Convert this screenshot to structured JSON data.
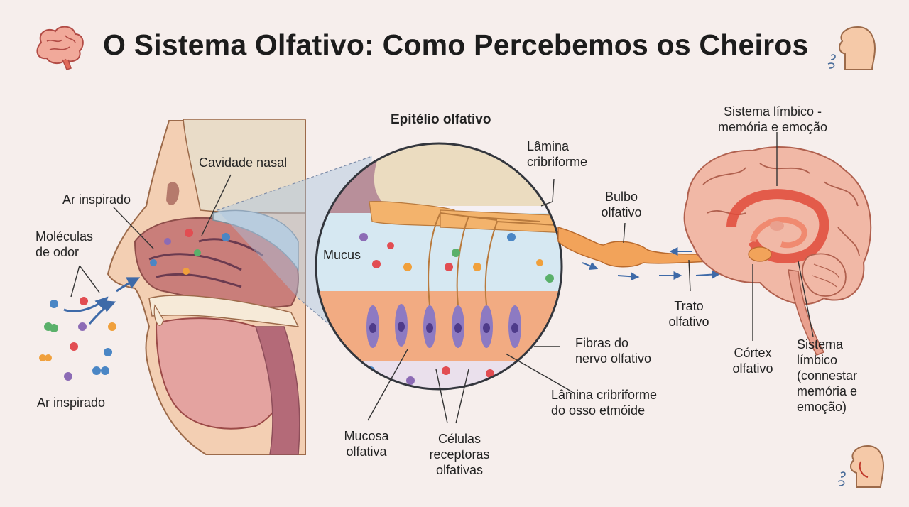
{
  "title": "O Sistema Olfativo: Como Percebemos os Cheiros",
  "icons": {
    "top_left": "brain-icon",
    "top_right": "face-breathing-icon",
    "bottom_right": "face-breathing-icon"
  },
  "colors": {
    "background": "#f6eeec",
    "bulb": "#f2a35a",
    "limbic": "#e04a3a",
    "brain": "#f1b8a6",
    "neuron": "#7c6bb0",
    "mucus": "#cfe3ee"
  },
  "labels": {
    "ar_inspirado_top": "Ar inspirado",
    "moleculas_1": "Moléculas",
    "moleculas_2": "de odor",
    "ar_inspirado_bottom": "Ar inspirado",
    "cavidade_nasal": "Cavidade nasal",
    "epitelio": "Epitélio olfativo",
    "lamina_1": "Lâmina",
    "lamina_2": "cribriforme",
    "mucus": "Mucus",
    "mucosa_1": "Mucosa",
    "mucosa_2": "olfativa",
    "celulas_1": "Células",
    "celulas_2": "receptoras",
    "celulas_3": "olfativas",
    "fibras_1": "Fibras do",
    "fibras_2": "nervo olfativo",
    "lamina_etmoide_1": "Lâmina cribriforme",
    "lamina_etmoide_2": "do osso etmóide",
    "bulbo_1": "Bulbo",
    "bulbo_2": "olfativo",
    "trato_1": "Trato",
    "trato_2": "olfativo",
    "limbico_top_1": "Sistema límbico -",
    "limbico_top_2": "memória e emoção",
    "cortex_1": "Córtex",
    "cortex_2": "olfativo",
    "limbico_bottom_1": "Sistema",
    "limbico_bottom_2": "límbico",
    "limbico_bottom_3": "(connestar",
    "limbico_bottom_4": "memória e",
    "limbico_bottom_5": "emoção)"
  }
}
